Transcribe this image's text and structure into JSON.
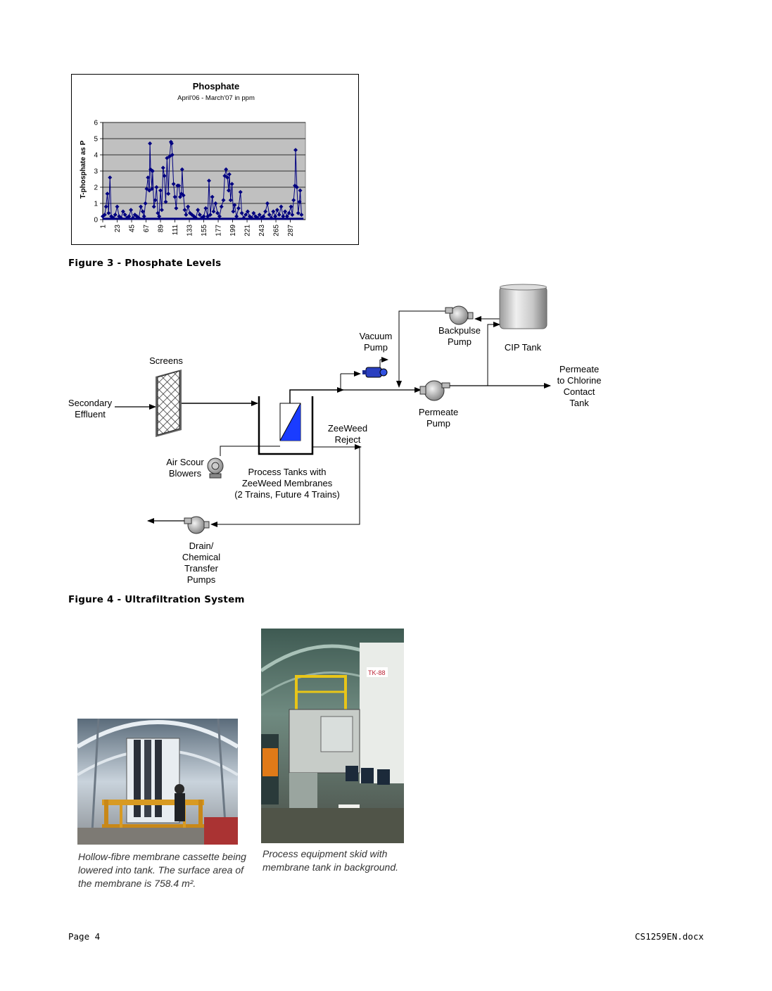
{
  "chart_data": {
    "type": "line",
    "title": "Phosphate",
    "subtitle": "April'06 - March'07 in ppm",
    "ylabel": "T-phosphate as P",
    "xlabel": "",
    "ylim": [
      0,
      6
    ],
    "yticks": [
      "0",
      "1",
      "2",
      "3",
      "4",
      "5",
      "6"
    ],
    "xticks": [
      "1",
      "23",
      "45",
      "67",
      "89",
      "111",
      "133",
      "155",
      "177",
      "199",
      "221",
      "243",
      "265",
      "287"
    ],
    "xlim": [
      1,
      310
    ],
    "grid": true,
    "plot_bg": "#c0c0c0",
    "series_color": "#000080",
    "series": [
      {
        "values": [
          [
            1,
            0.2
          ],
          [
            4,
            0.3
          ],
          [
            6,
            0.8
          ],
          [
            8,
            1.6
          ],
          [
            10,
            0.4
          ],
          [
            12,
            2.6
          ],
          [
            14,
            0.2
          ],
          [
            17,
            0.1
          ],
          [
            20,
            0.3
          ],
          [
            23,
            0.8
          ],
          [
            26,
            0.2
          ],
          [
            29,
            0.1
          ],
          [
            32,
            0.5
          ],
          [
            35,
            0.3
          ],
          [
            38,
            0.1
          ],
          [
            41,
            0.2
          ],
          [
            44,
            0.6
          ],
          [
            47,
            0.1
          ],
          [
            50,
            0.3
          ],
          [
            53,
            0.2
          ],
          [
            56,
            0.1
          ],
          [
            59,
            0.8
          ],
          [
            62,
            0.5
          ],
          [
            64,
            0.2
          ],
          [
            66,
            1.0
          ],
          [
            68,
            1.9
          ],
          [
            70,
            2.6
          ],
          [
            72,
            1.8
          ],
          [
            73,
            4.7
          ],
          [
            74,
            3.1
          ],
          [
            76,
            1.9
          ],
          [
            77,
            3.0
          ],
          [
            79,
            0.8
          ],
          [
            81,
            1.2
          ],
          [
            83,
            2.0
          ],
          [
            85,
            0.4
          ],
          [
            87,
            0.2
          ],
          [
            89,
            1.8
          ],
          [
            91,
            0.6
          ],
          [
            93,
            3.2
          ],
          [
            95,
            2.7
          ],
          [
            97,
            1.1
          ],
          [
            99,
            3.8
          ],
          [
            101,
            1.6
          ],
          [
            103,
            3.9
          ],
          [
            105,
            4.8
          ],
          [
            106,
            4.7
          ],
          [
            107,
            4.0
          ],
          [
            109,
            2.2
          ],
          [
            111,
            1.4
          ],
          [
            113,
            0.7
          ],
          [
            115,
            2.1
          ],
          [
            117,
            2.1
          ],
          [
            119,
            1.4
          ],
          [
            121,
            1.6
          ],
          [
            122,
            3.1
          ],
          [
            124,
            1.5
          ],
          [
            126,
            0.6
          ],
          [
            128,
            0.3
          ],
          [
            131,
            0.8
          ],
          [
            134,
            0.4
          ],
          [
            137,
            0.3
          ],
          [
            140,
            0.2
          ],
          [
            143,
            0.1
          ],
          [
            146,
            0.6
          ],
          [
            149,
            0.3
          ],
          [
            152,
            0.1
          ],
          [
            155,
            0.2
          ],
          [
            158,
            0.7
          ],
          [
            161,
            0.2
          ],
          [
            163,
            2.4
          ],
          [
            165,
            0.3
          ],
          [
            168,
            1.4
          ],
          [
            170,
            0.5
          ],
          [
            173,
            1.0
          ],
          [
            176,
            0.4
          ],
          [
            179,
            0.2
          ],
          [
            182,
            0.8
          ],
          [
            185,
            1.2
          ],
          [
            187,
            2.7
          ],
          [
            189,
            3.1
          ],
          [
            191,
            2.6
          ],
          [
            193,
            1.8
          ],
          [
            194,
            2.8
          ],
          [
            196,
            1.2
          ],
          [
            198,
            2.2
          ],
          [
            200,
            0.5
          ],
          [
            202,
            0.9
          ],
          [
            205,
            0.2
          ],
          [
            208,
            0.7
          ],
          [
            211,
            1.7
          ],
          [
            213,
            0.4
          ],
          [
            216,
            0.1
          ],
          [
            219,
            0.3
          ],
          [
            222,
            0.5
          ],
          [
            225,
            0.2
          ],
          [
            228,
            0.1
          ],
          [
            231,
            0.4
          ],
          [
            234,
            0.2
          ],
          [
            237,
            0.1
          ],
          [
            240,
            0.3
          ],
          [
            243,
            0.1
          ],
          [
            246,
            0.2
          ],
          [
            249,
            0.5
          ],
          [
            252,
            1.0
          ],
          [
            255,
            0.3
          ],
          [
            258,
            0.1
          ],
          [
            261,
            0.5
          ],
          [
            264,
            0.2
          ],
          [
            267,
            0.6
          ],
          [
            270,
            0.3
          ],
          [
            273,
            0.8
          ],
          [
            276,
            0.2
          ],
          [
            279,
            0.5
          ],
          [
            282,
            0.2
          ],
          [
            285,
            0.4
          ],
          [
            288,
            0.8
          ],
          [
            290,
            0.3
          ],
          [
            292,
            1.2
          ],
          [
            294,
            2.1
          ],
          [
            295,
            4.3
          ],
          [
            297,
            2.0
          ],
          [
            299,
            0.4
          ],
          [
            301,
            1.1
          ],
          [
            302,
            1.8
          ],
          [
            304,
            0.3
          ]
        ]
      }
    ]
  },
  "figure3_caption": "Figure 3 - Phosphate Levels",
  "figure4_caption": "Figure 4 - Ultrafiltration System",
  "diagram": {
    "secondary_effluent": [
      "Secondary",
      "Effluent"
    ],
    "screens": "Screens",
    "vacuum_pump": [
      "Vacuum",
      "Pump"
    ],
    "backpulse_pump": [
      "Backpulse",
      "Pump"
    ],
    "cip_tank": "CIP Tank",
    "permeate_out": [
      "Permeate",
      "to Chlorine",
      "Contact",
      "Tank"
    ],
    "permeate_pump": [
      "Permeate",
      "Pump"
    ],
    "zeeweed_reject": [
      "ZeeWeed",
      "Reject"
    ],
    "air_scour": [
      "Air Scour",
      "Blowers"
    ],
    "process_tanks": [
      "Process Tanks with",
      "ZeeWeed Membranes",
      "(2 Trains, Future 4 Trains)"
    ],
    "drain_pumps": [
      "Drain/",
      "Chemical",
      "Transfer",
      "Pumps"
    ]
  },
  "photos": {
    "left_caption": [
      "Hollow-fibre membrane cassette being",
      "lowered into tank. The surface area of",
      "the membrane is 758.4 m²."
    ],
    "right_caption": [
      "Process equipment skid with",
      "membrane tank in background."
    ]
  },
  "footer": {
    "page": "Page 4",
    "file": "CS1259EN.docx"
  }
}
